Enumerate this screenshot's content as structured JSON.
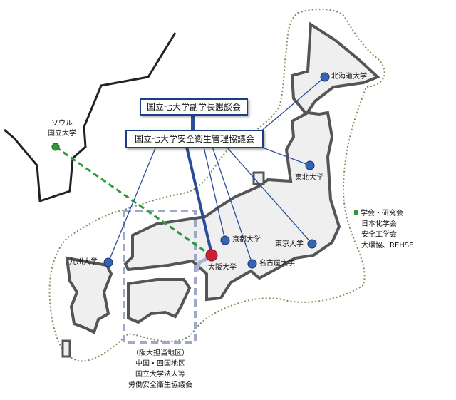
{
  "colors": {
    "land_fill": "#efefef",
    "land_stroke": "#555555",
    "network_line": "#2b4c9a",
    "node_fill": "#3763b7",
    "osaka_node": "#cc2233",
    "seoul_node": "#2f9a3b",
    "seoul_link": "#2a9b3a",
    "region_box": "#9ea8c9",
    "sea_boundary": "#7f8e55",
    "legend_square": "#2f9a3b"
  },
  "councils": {
    "vice_president": "国立七大学副学長懇談会",
    "safety": "国立七大学安全衛生管理協議会"
  },
  "universities": {
    "seoul": {
      "label_line1": "ソウル",
      "label_line2": "国立大学"
    },
    "hokkaido": "北海道大学",
    "tohoku": "東北大学",
    "tokyo": "東京大学",
    "nagoya": "名古屋大学",
    "kyoto": "京都大学",
    "osaka": "大阪大学",
    "kyushu": "九州大学"
  },
  "societies": {
    "items": [
      "学会・研究会",
      "日本化学会",
      "安全工学会",
      "大環協、REHSE"
    ]
  },
  "region_note": {
    "items": [
      "（阪大担当地区）",
      "中国・四国地区",
      "国立大学法人等",
      "労働安全衛生協議会"
    ]
  }
}
